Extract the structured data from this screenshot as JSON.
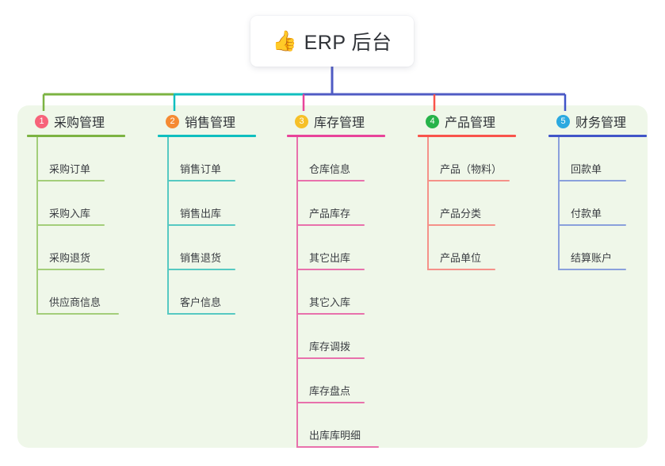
{
  "root": {
    "icon": "thumbs-up-icon",
    "icon_glyph": "👍",
    "title": "ERP 后台"
  },
  "panel": {
    "background_color": "#EFF7E9"
  },
  "connector": {
    "trunk_color": "#4F5BC4",
    "segment_colors": [
      "#7CB342",
      "#0FBFBF",
      "#4F5BC4"
    ]
  },
  "columns": [
    {
      "number": "1",
      "title": "采购管理",
      "badge_color": "#F7637A",
      "line_color": "#7CB342",
      "leaf_line_color": "#A3CE7A",
      "items": [
        {
          "label": "采购订单"
        },
        {
          "label": "采购入库"
        },
        {
          "label": "采购退货"
        },
        {
          "label": "供应商信息"
        }
      ]
    },
    {
      "number": "2",
      "title": "销售管理",
      "badge_color": "#F58A33",
      "line_color": "#0FBFBF",
      "leaf_line_color": "#56C9C2",
      "items": [
        {
          "label": "销售订单"
        },
        {
          "label": "销售出库"
        },
        {
          "label": "销售退货"
        },
        {
          "label": "客户信息"
        }
      ]
    },
    {
      "number": "3",
      "title": "库存管理",
      "badge_color": "#F6C028",
      "line_color": "#E8449A",
      "leaf_line_color": "#E871AC",
      "items": [
        {
          "label": "仓库信息"
        },
        {
          "label": "产品库存"
        },
        {
          "label": "其它出库"
        },
        {
          "label": "其它入库"
        },
        {
          "label": "库存调拨"
        },
        {
          "label": "库存盘点"
        },
        {
          "label": "出库库明细"
        }
      ]
    },
    {
      "number": "4",
      "title": "产品管理",
      "badge_color": "#27B34A",
      "line_color": "#F9544B",
      "leaf_line_color": "#F59189",
      "items": [
        {
          "label": "产品（物料）"
        },
        {
          "label": "产品分类"
        },
        {
          "label": "产品单位"
        }
      ]
    },
    {
      "number": "5",
      "title": "财务管理",
      "badge_color": "#2BA9E0",
      "line_color": "#4155C8",
      "leaf_line_color": "#8AA0DC",
      "items": [
        {
          "label": "回款单"
        },
        {
          "label": "付款单"
        },
        {
          "label": "结算账户"
        }
      ]
    }
  ]
}
